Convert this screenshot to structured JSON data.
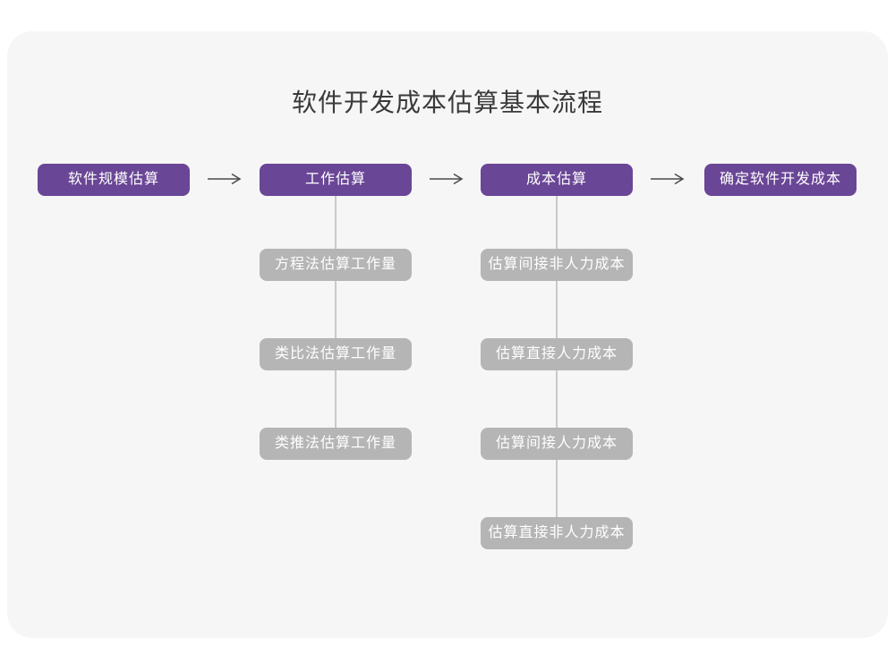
{
  "page": {
    "title": "软件开发成本估算基本流程"
  },
  "colors": {
    "page_bg": "#ffffff",
    "card_bg": "#f6f6f7",
    "primary_box": "#6a4696",
    "sub_box": "#b5b5b5",
    "connector_line": "#c9c9c9",
    "arrow": "#4a4a4a",
    "title_text": "#3a3a3a",
    "box_text": "#ffffff"
  },
  "flow": {
    "main_steps": [
      {
        "label": "软件规模估算"
      },
      {
        "label": "工作估算"
      },
      {
        "label": "成本估算"
      },
      {
        "label": "确定软件开发成本"
      }
    ],
    "work_estimation_substeps": [
      {
        "label": "方程法估算工作量"
      },
      {
        "label": "类比法估算工作量"
      },
      {
        "label": "类推法估算工作量"
      }
    ],
    "cost_estimation_substeps": [
      {
        "label": "估算间接非人力成本"
      },
      {
        "label": "估算直接人力成本"
      },
      {
        "label": "估算间接人力成本"
      },
      {
        "label": "估算直接非人力成本"
      }
    ]
  }
}
